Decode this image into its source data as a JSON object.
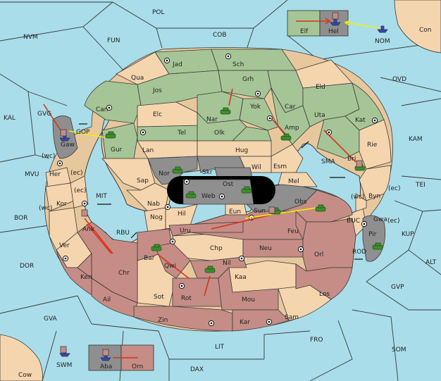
{
  "colors": {
    "sea": "#a9dde9",
    "green_power": "#a6c596",
    "tan_power": "#e7c89d",
    "red_power": "#c58d86",
    "gray_power": "#8f8f8f",
    "neutral_land": "#f5d5ae",
    "unit_green": "#3e8d2c",
    "fleet_blue": "#3a4aa0",
    "arrow_red": "#d8321a",
    "arrow_yellow": "#f3f000"
  },
  "labels": {
    "POL": "POL",
    "NVM": "NVM",
    "FUN": "FUN",
    "COB": "COB",
    "NOM": "NOM",
    "Con": "Con",
    "OVD": "OVD",
    "KAL": "KAL",
    "KAM": "KAM",
    "TEI": "TEI",
    "MVU": "MVU",
    "BOR": "BOR",
    "DOR": "DOR",
    "GVA": "GVA",
    "Cow": "Cow",
    "SWM": "SWM",
    "DAX": "DAX",
    "LIT": "LIT",
    "FRO": "FRO",
    "SOM": "SOM",
    "GVP": "GVP",
    "ALT": "ALT",
    "KUP": "KUP",
    "BUC": "BUC",
    "ROD": "ROD",
    "SMA": "SMA",
    "MIT": "MIT",
    "RBU": "RBU",
    "GOP": "GOP",
    "GVG": "GVG",
    "Elf": "Elf",
    "Hel": "Hel",
    "Aba": "Aba",
    "Orn": "Orn",
    "Jad": "Jad",
    "Sch": "Sch",
    "Qua": "Qua",
    "Jos": "Jos",
    "Grh": "Grh",
    "Eld": "Eld",
    "Can": "Can",
    "Elc": "Elc",
    "Nar": "Nar",
    "Yok": "Yok",
    "Car": "Car",
    "Uta": "Uta",
    "Kat": "Kat",
    "Gaw": "Gaw",
    "Gur": "Gur",
    "Tel": "Tel",
    "Olk": "Olk",
    "Amp": "Amp",
    "Rie": "Rie",
    "Lan": "Lan",
    "Hug": "Hug",
    "Bri": "Bri",
    "Her": "Her",
    "wc1": "(wc)",
    "ec1": "(ec)",
    "Nor": "Nor",
    "Skr": "Skr",
    "Wil": "Wil",
    "Esm": "Esm",
    "Sap": "Sap",
    "Ost": "Ost",
    "Mel": "Mel",
    "Web": "Web",
    "ec2": "(ec)",
    "Kor": "Kor",
    "wc2": "(wc)",
    "Nab": "Nab",
    "Eun": "Eun",
    "Obs": "Obs",
    "Byn": "Byn",
    "wc3": "(wc)",
    "ec3": "(ec)",
    "Hil": "Hil",
    "Sun": "Sun",
    "Gwa": "Gwa",
    "ec4": "(ec)",
    "Ank": "Ank",
    "Nog": "Nog",
    "Uru": "Uru",
    "Feu": "Feu",
    "Pir": "Pir",
    "Ver": "Ver",
    "Chp": "Chp",
    "Neu": "Neu",
    "Bar": "Bar",
    "Qwi": "Qwi",
    "Nil": "Nil",
    "Orl": "Orl",
    "Ken": "Ken",
    "Chr": "Chr",
    "Kaa": "Kaa",
    "Ail": "Ail",
    "Sot": "Sot",
    "Rot": "Rot",
    "Mou": "Mou",
    "Los": "Los",
    "Zin": "Zin",
    "Kar": "Kar",
    "Sam": "Sam"
  }
}
